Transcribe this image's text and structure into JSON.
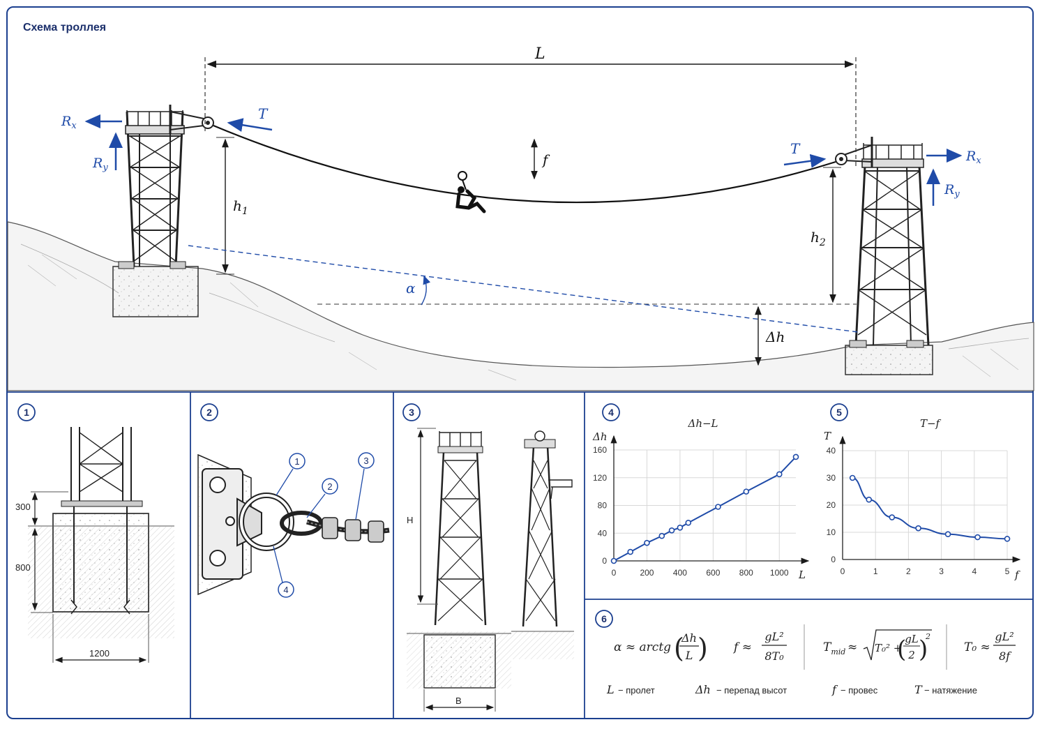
{
  "title": "Схема троллея",
  "main_scheme": {
    "span": "L",
    "tension": "T",
    "sag": "f",
    "height_left": "h",
    "height_left_sub": "1",
    "height_right": "h",
    "height_right_sub": "2",
    "angle": "α",
    "height_diff": "Δh",
    "reaction_x": "R",
    "reaction_x_sub": "x",
    "reaction_y": "R",
    "reaction_y_sub": "y"
  },
  "panels": [
    {
      "num": "1"
    },
    {
      "num": "2"
    },
    {
      "num": "3"
    },
    {
      "num": "4"
    },
    {
      "num": "5"
    },
    {
      "num": "6"
    }
  ],
  "panel1": {
    "dim_top": "300",
    "dim_depth": "800",
    "dim_width": "1200"
  },
  "panel2": {
    "callouts": [
      "1",
      "2",
      "3",
      "4"
    ]
  },
  "panel3": {
    "dim_height": "H",
    "dim_base": "B"
  },
  "chart_data": [
    {
      "type": "line",
      "title": "Δh−L",
      "xlabel": "L",
      "ylabel": "Δh",
      "xlim": [
        0,
        1100
      ],
      "ylim": [
        0,
        160
      ],
      "x_ticks": [
        0,
        200,
        400,
        600,
        800,
        1000
      ],
      "y_ticks": [
        0,
        40,
        80,
        120,
        160
      ],
      "grid": true,
      "series": [
        {
          "x": [
            0,
            100,
            200,
            290,
            350,
            400,
            450,
            630,
            800,
            1000,
            1100
          ],
          "y": [
            0,
            13,
            26,
            36,
            44,
            48,
            55,
            78,
            100,
            125,
            150
          ]
        }
      ]
    },
    {
      "type": "line",
      "title": "T−f",
      "xlabel": "f",
      "ylabel": "T",
      "xlim": [
        0,
        5
      ],
      "ylim": [
        0,
        40
      ],
      "x_ticks": [
        0,
        1,
        2,
        3,
        4,
        5
      ],
      "y_ticks": [
        0,
        10,
        20,
        30,
        40
      ],
      "grid": true,
      "series": [
        {
          "x": [
            0.3,
            0.8,
            1.5,
            2.3,
            3.2,
            4.1,
            5.0
          ],
          "y": [
            30,
            22,
            15.5,
            11.5,
            9.3,
            8.2,
            7.6
          ]
        }
      ]
    }
  ],
  "formulas": {
    "f1_lhs": "α ≈ arctg",
    "f1_num": "Δh",
    "f1_den": "L",
    "f2_lhs": "f ≈",
    "f2_num": "gL²",
    "f2_den": "8T₀",
    "f3_lhs": "T",
    "f3_sub": "mid",
    "f3_approx": "≈",
    "f3_t0": "T₀² +",
    "f3_num": "gL",
    "f3_den": "2",
    "f3_pow": "2",
    "f4_lhs": "T₀ ≈",
    "f4_num": "gL²",
    "f4_den": "8f"
  },
  "legend": [
    {
      "sym": "L",
      "text": "− пролет"
    },
    {
      "sym": "Δh",
      "text": "− перепад высот"
    },
    {
      "sym": "f",
      "text": "− провес"
    },
    {
      "sym": "T",
      "text": "− натяжение"
    }
  ],
  "colors": {
    "accent": "#1f4ba8",
    "frame": "#1b3f8f",
    "line": "#1a1a1a"
  }
}
